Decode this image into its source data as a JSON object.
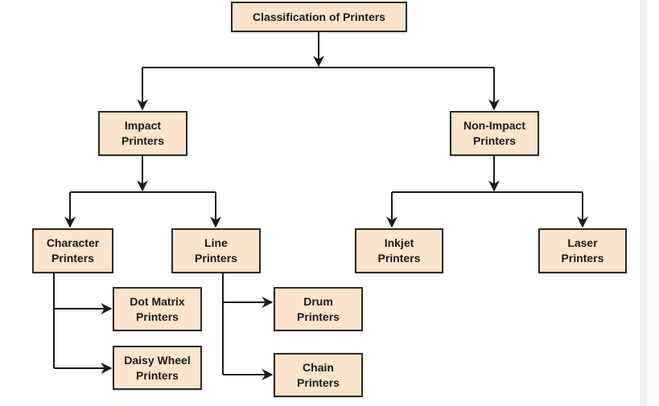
{
  "diagram": {
    "title": "Classification of Printers",
    "nodes": {
      "root": "Classification of Printers",
      "impact": "Impact\nPrinters",
      "non_impact": "Non-Impact\nPrinters",
      "character": "Character\nPrinters",
      "line": "Line\nPrinters",
      "inkjet": "Inkjet\nPrinters",
      "laser": "Laser\nPrinters",
      "dot_matrix": "Dot Matrix\nPrinters",
      "daisy_wheel": "Daisy Wheel\nPrinters",
      "drum": "Drum\nPrinters",
      "chain": "Chain\nPrinters"
    },
    "edges": [
      [
        "root",
        "impact"
      ],
      [
        "root",
        "non_impact"
      ],
      [
        "impact",
        "character"
      ],
      [
        "impact",
        "line"
      ],
      [
        "non_impact",
        "inkjet"
      ],
      [
        "non_impact",
        "laser"
      ],
      [
        "character",
        "dot_matrix"
      ],
      [
        "character",
        "daisy_wheel"
      ],
      [
        "line",
        "drum"
      ],
      [
        "line",
        "chain"
      ]
    ],
    "colors": {
      "node_fill": "#fde4cc",
      "node_border": "#2b2b2b",
      "connector": "#1a1a1a"
    }
  }
}
